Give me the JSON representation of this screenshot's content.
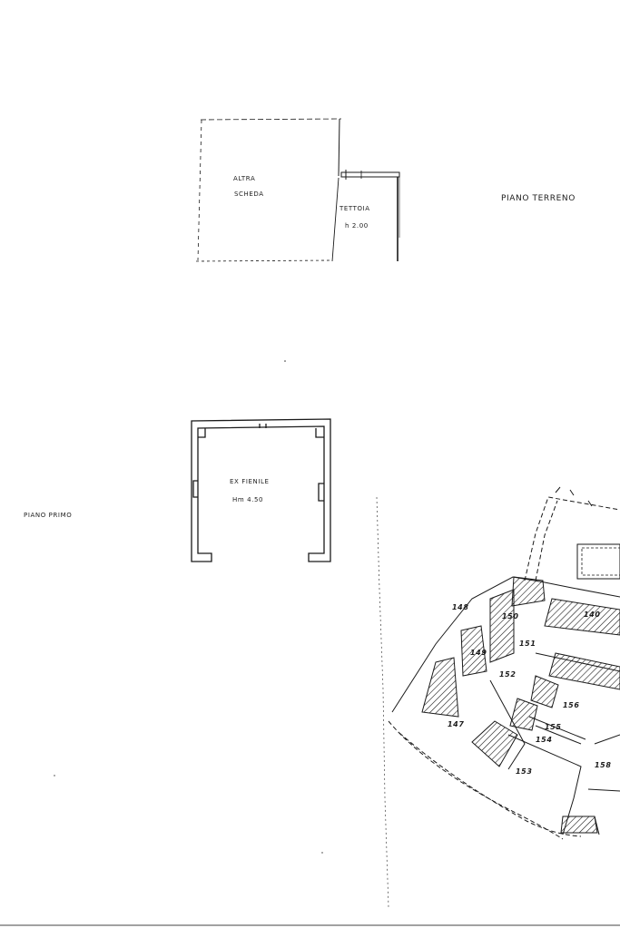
{
  "ground_floor": {
    "title": "PIANO TERRENO",
    "room_other": {
      "line1": "ALTRA",
      "line2": "SCHEDA"
    },
    "canopy": {
      "line1": "TETTOIA",
      "line2": "h 2.00"
    }
  },
  "first_floor": {
    "title": "PIANO PRIMO",
    "room": {
      "line1": "EX FIENILE",
      "line2": "Hm 4.50"
    }
  },
  "cadastral_map": {
    "parcels": [
      "148",
      "150",
      "140",
      "151",
      "149",
      "152",
      "156",
      "155",
      "154",
      "147",
      "153",
      "158"
    ]
  }
}
